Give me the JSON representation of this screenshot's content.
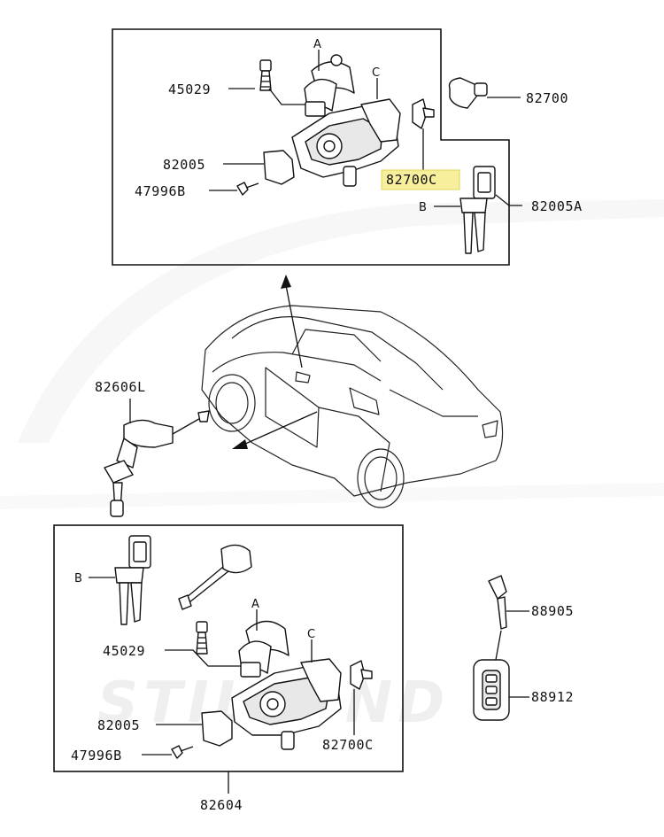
{
  "watermark": "STILLUND",
  "labels": {
    "p45029_top": "45029",
    "p82005_top": "82005",
    "p47996b_top": "47996B",
    "p82700": "82700",
    "p82700c_top": "82700C",
    "p82005a": "82005A",
    "a_top": "A",
    "c_top": "C",
    "b_top": "B",
    "p82606l": "82606L",
    "b_bottom": "B",
    "a_bottom": "A",
    "c_bottom": "C",
    "p45029_bottom": "45029",
    "p82005_bottom": "82005",
    "p47996b_bottom": "47996B",
    "p82700c_bottom": "82700C",
    "p82604": "82604",
    "p88905": "88905",
    "p88912": "88912"
  },
  "colors": {
    "highlight": "#f7ef9c",
    "highlight_border": "#e0d55a",
    "line": "#111111",
    "watermark": "#efefef"
  }
}
